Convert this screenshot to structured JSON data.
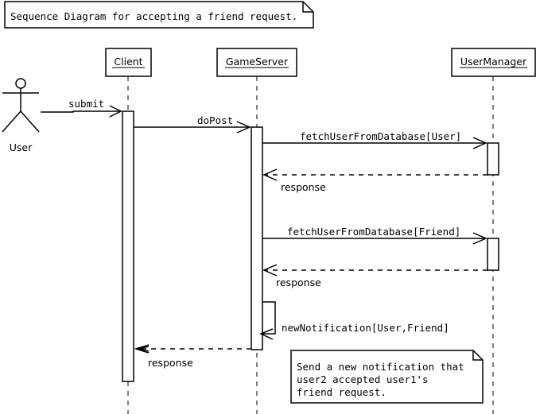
{
  "diagram": {
    "title_note": "Sequence Diagram for accepting a friend request.",
    "actor": {
      "label": "User"
    },
    "lifelines": [
      {
        "id": "client",
        "label": "Client"
      },
      {
        "id": "gameserver",
        "label": "GameServer"
      },
      {
        "id": "usermanager",
        "label": "UserManager"
      }
    ],
    "messages": [
      {
        "id": "submit",
        "label": "submit"
      },
      {
        "id": "dopost",
        "label": "doPost"
      },
      {
        "id": "fetch_user",
        "label": "fetchUserFromDatabase[User]"
      },
      {
        "id": "response_user",
        "label": "response"
      },
      {
        "id": "fetch_friend",
        "label": "fetchUserFromDatabase[Friend]"
      },
      {
        "id": "response_friend",
        "label": "response"
      },
      {
        "id": "new_notification",
        "label": "newNotification[User,Friend]"
      },
      {
        "id": "response_client",
        "label": "response"
      }
    ],
    "bottom_note": {
      "lines": [
        "Send a new notification that",
        "user2 accepted user1's",
        "friend request."
      ]
    }
  }
}
